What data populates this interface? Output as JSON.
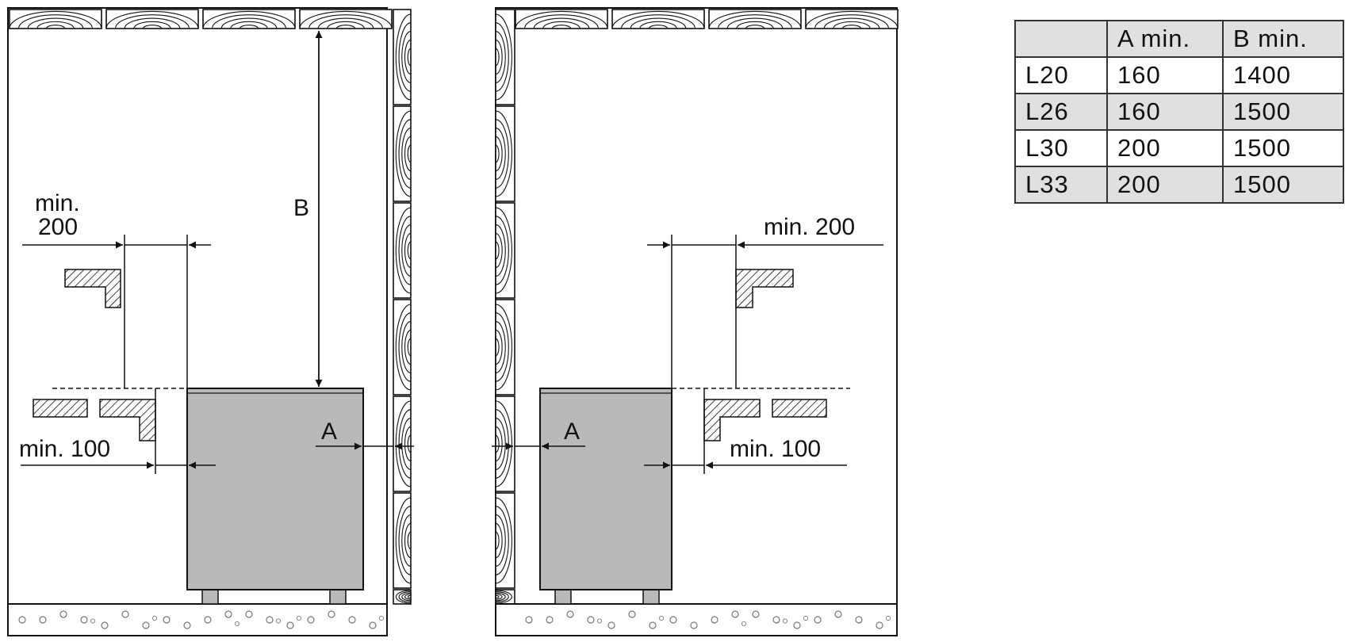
{
  "left_view": {
    "clearance_top_label": "B",
    "clearance_side_label": "A",
    "bench_upper_label_line1": "min.",
    "bench_upper_label_line2": "200",
    "bench_lower_label": "min. 100"
  },
  "right_view": {
    "clearance_side_label": "A",
    "bench_upper_label": "min. 200",
    "bench_lower_label": "min. 100"
  },
  "table": {
    "headers": [
      "",
      "A min.",
      "B min."
    ],
    "rows": [
      [
        "L20",
        "160",
        "1400"
      ],
      [
        "L26",
        "160",
        "1500"
      ],
      [
        "L30",
        "200",
        "1500"
      ],
      [
        "L33",
        "200",
        "1500"
      ]
    ]
  },
  "colors": {
    "heater_fill": "#b9b9bb",
    "table_shade": "#e0e0e0",
    "line": "#111111"
  }
}
